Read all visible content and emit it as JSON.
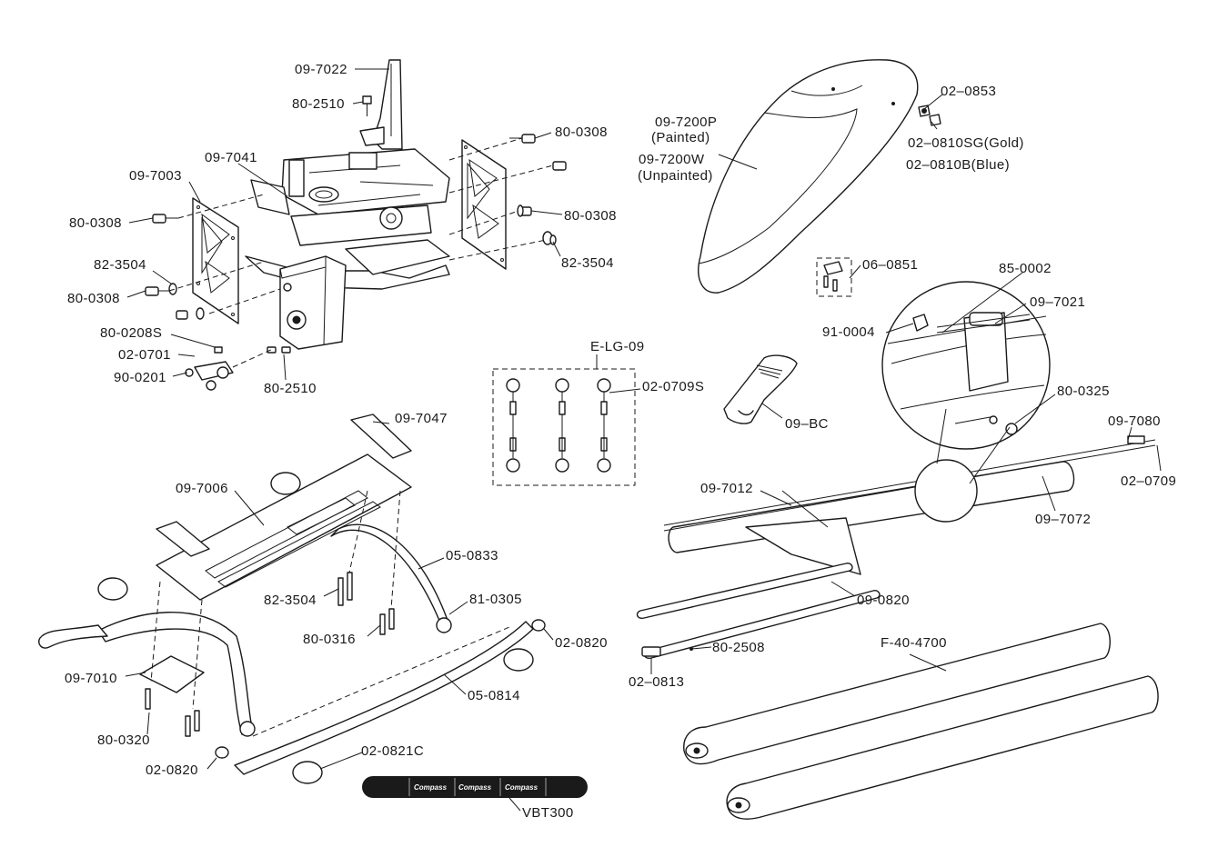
{
  "labels": {
    "l_09_7022": "09-7022",
    "l_80_2510_top": "80-2510",
    "l_09_7041": "09-7041",
    "l_09_7003": "09-7003",
    "l_80_0308_a": "80-0308",
    "l_80_0308_b": "80-0308",
    "l_80_0308_c": "80-0308",
    "l_80_0308_d": "80-0308",
    "l_82_3504_a": "82-3504",
    "l_82_3504_b": "82-3504",
    "l_80_0208s": "80-0208S",
    "l_02_0701": "02-0701",
    "l_90_0201": "90-0201",
    "l_80_2510_b": "80-2510",
    "l_09_7200p": "09-7200P",
    "l_painted": "(Painted)",
    "l_09_7200w": "09-7200W",
    "l_unpainted": "(Unpainted)",
    "l_02_0853": "02–0853",
    "l_02_0810sg": "02–0810SG(Gold)",
    "l_02_0810b": "02–0810B(Blue)",
    "l_06_0851": "06–0851",
    "l_85_0002": "85-0002",
    "l_91_0004": "91-0004",
    "l_09_7021": "09–7021",
    "l_e_lg_09": "E-LG-09",
    "l_02_0709s": "02-0709S",
    "l_09_bc": "09–BC",
    "l_80_0325": "80-0325",
    "l_09_7080": "09-7080",
    "l_02_0709": "02–0709",
    "l_09_7047": "09-7047",
    "l_09_7006": "09-7006",
    "l_05_0833": "05-0833",
    "l_82_3504_c": "82-3504",
    "l_81_0305": "81-0305",
    "l_80_0316": "80-0316",
    "l_02_0820_a": "02-0820",
    "l_09_7010": "09-7010",
    "l_05_0814": "05-0814",
    "l_80_0320": "80-0320",
    "l_02_0821c": "02-0821C",
    "l_02_0820_b": "02-0820",
    "l_vbt300": "VBT300",
    "l_09_7012": "09-7012",
    "l_09_7072": "09–7072",
    "l_09_0820": "09-0820",
    "l_80_2508": "80-2508",
    "l_02_0813": "02–0813",
    "l_f_40_4700": "F-40-4700",
    "logo_text": "Compass"
  }
}
